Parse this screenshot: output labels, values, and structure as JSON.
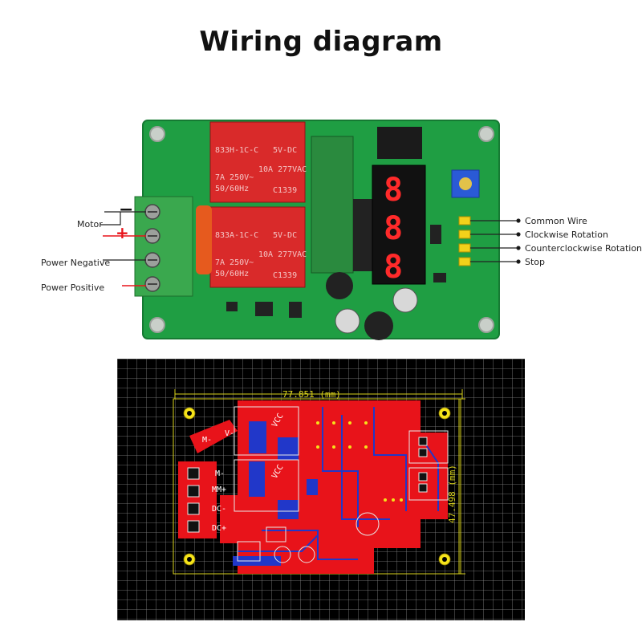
{
  "title": "Wiring diagram",
  "labels": {
    "left": [
      "Motor",
      "Power Negative",
      "Power Positive"
    ],
    "right": [
      "Common Wire",
      "Clockwise Rotation",
      "Counterclockwise Rotation",
      "Stop"
    ]
  },
  "polarity": {
    "minus": "−",
    "plus": "+"
  },
  "relays": [
    {
      "model": "833H-1C-C",
      "volt": "5V-DC",
      "r1": "7A 250V~",
      "r2": "50/60Hz",
      "r3": "10A 277VAC",
      "cert": "C1339"
    },
    {
      "model": "833A-1C-C",
      "volt": "5V-DC",
      "r1": "7A 250V~",
      "r2": "50/60Hz",
      "r3": "10A 277VAC",
      "cert": "C1339"
    }
  ],
  "display_digits": [
    "8",
    "8",
    "8"
  ],
  "pcb": {
    "width_dim": "77.851 (mm)",
    "height_dim": "47.498 (mm)",
    "silk": [
      "M-",
      "V-",
      "M-",
      "MM+",
      "DC-",
      "DC+",
      "VCC",
      "VCC"
    ]
  },
  "colors": {
    "board_green": "#1f9e43",
    "copper_red": "#e8131a",
    "via_blue": "#2137c9",
    "grid": "#8a8a8a",
    "outline": "#d9d21c"
  }
}
